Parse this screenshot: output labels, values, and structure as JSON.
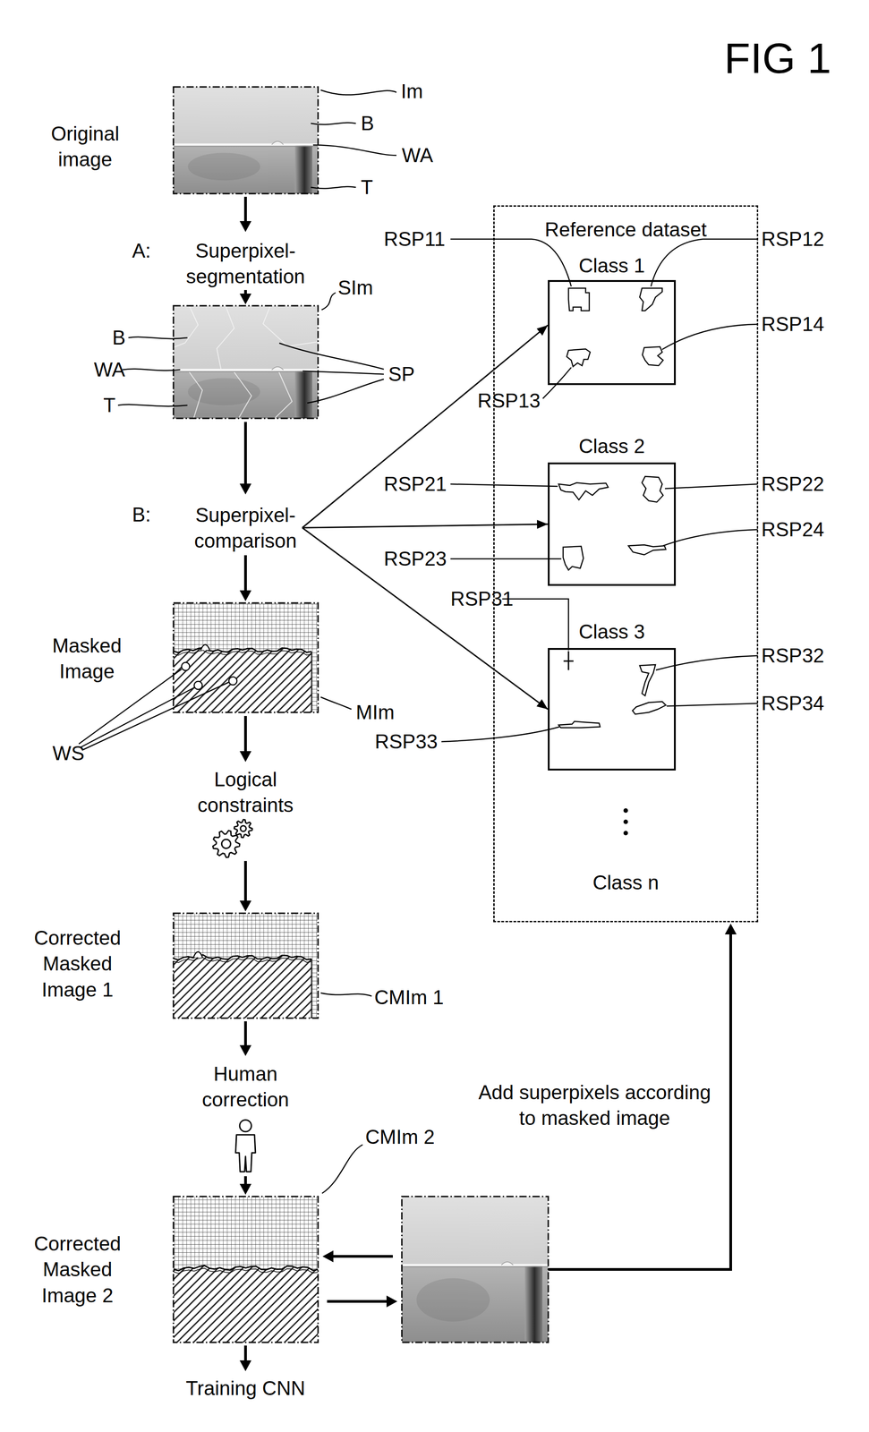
{
  "diagram": {
    "nodes": [
      {
        "text": [
          "Superpixel-comparison"
        ]
      },
      {
        "text": [
          "Reference dataset",
          "Class n"
        ]
      },
      {
        "text": [
          "Class 1"
        ],
        "in": 1
      },
      {
        "text": [
          "Class 2"
        ],
        "in": 1
      },
      {
        "text": [
          "Class 3"
        ],
        "in": 1
      }
    ],
    "edges": [
      {
        "from": 0,
        "to": 2,
        "arrow": "to"
      },
      {
        "from": 0,
        "to": 3,
        "arrow": "to"
      },
      {
        "from": 0,
        "to": 4,
        "arrow": "to"
      }
    ],
    "labels": [
      "FIG 1",
      "Original image",
      "Im",
      "B",
      "WA",
      "T",
      "A:",
      "Superpixel-segmentation",
      "SIm",
      "B",
      "WA",
      "T",
      "SP",
      "B:",
      "Masked Image",
      "WS",
      "MIm",
      "Logical constraints",
      "Corrected Masked Image 1",
      "CMIm 1",
      "Human correction",
      "CMIm 2",
      "Corrected Masked Image 2",
      "Training CNN",
      "Add superpixels according to masked image",
      "RSP11",
      "RSP12",
      "RSP13",
      "RSP14",
      "RSP21",
      "RSP22",
      "RSP23",
      "RSP24",
      "RSP31",
      "RSP32",
      "RSP33",
      "RSP34"
    ]
  }
}
